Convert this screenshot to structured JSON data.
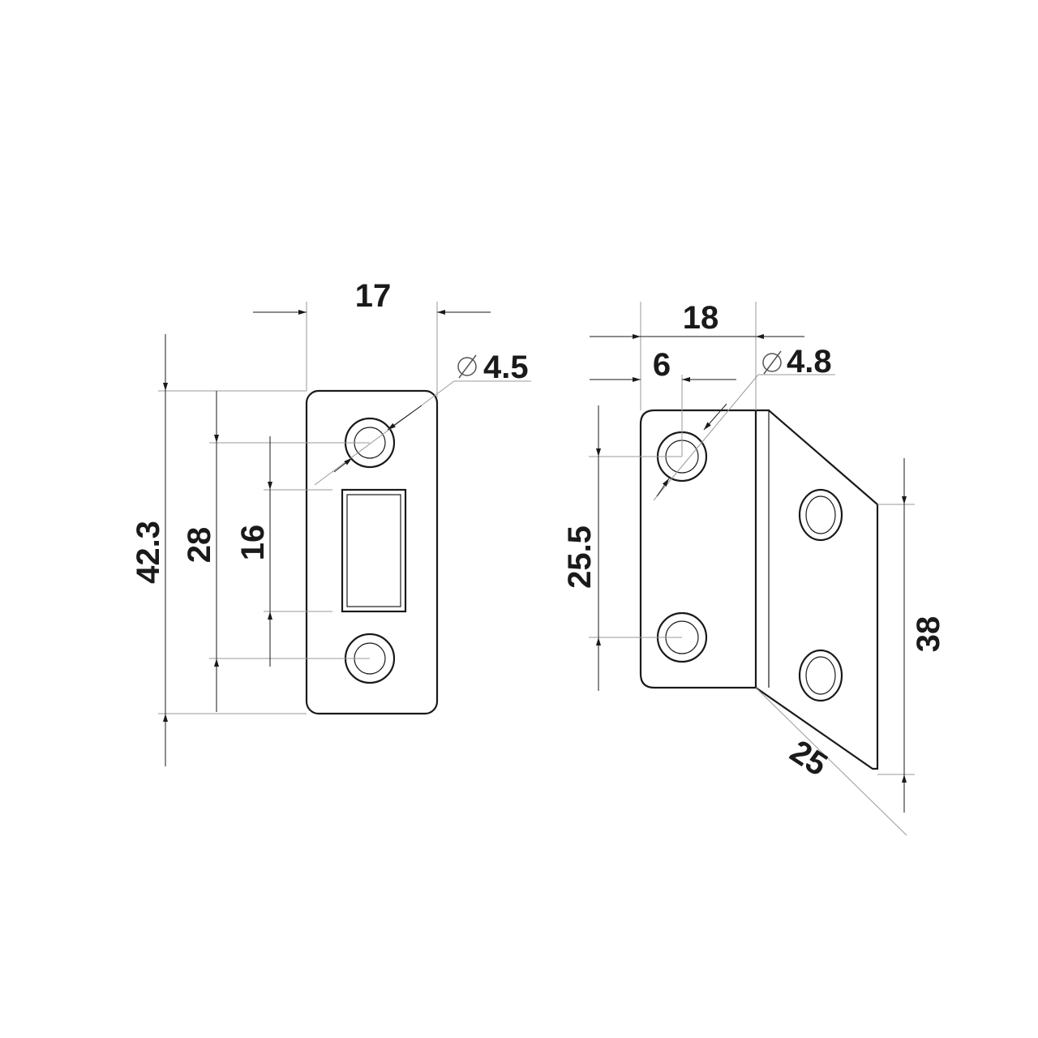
{
  "left_view": {
    "width": "17",
    "hole_diameter": "4.5",
    "overall_height": "42.3",
    "hole_spacing": "28",
    "slot_height": "16"
  },
  "right_view": {
    "width": "18",
    "hole_offset": "6",
    "hole_diameter": "4.8",
    "hole_spacing": "25.5",
    "flange_height": "38",
    "flange_length": "25"
  }
}
